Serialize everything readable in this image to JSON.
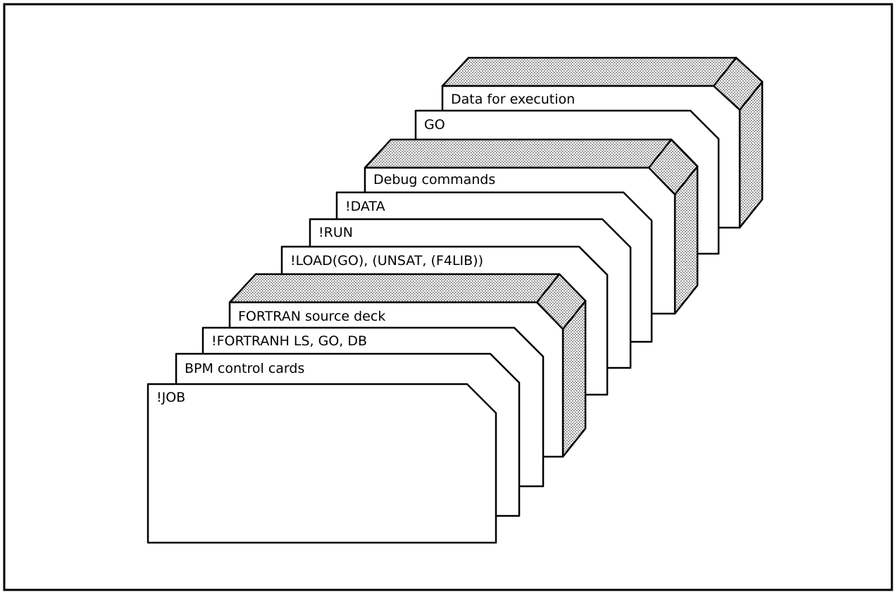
{
  "cards": [
    {
      "id": "job",
      "label": "!JOB"
    },
    {
      "id": "bpm",
      "label": "BPM control cards"
    },
    {
      "id": "fortranh",
      "label": "!FORTRANH LS, GO, DB"
    },
    {
      "id": "fortran_deck",
      "label": "FORTRAN source deck"
    },
    {
      "id": "load",
      "label": "!LOAD(GO), (UNSAT, (F4LIB))"
    },
    {
      "id": "run",
      "label": "!RUN"
    },
    {
      "id": "data",
      "label": "!DATA"
    },
    {
      "id": "debug",
      "label": "Debug commands"
    },
    {
      "id": "go",
      "label": "GO"
    },
    {
      "id": "exec_data",
      "label": "Data for execution"
    }
  ]
}
